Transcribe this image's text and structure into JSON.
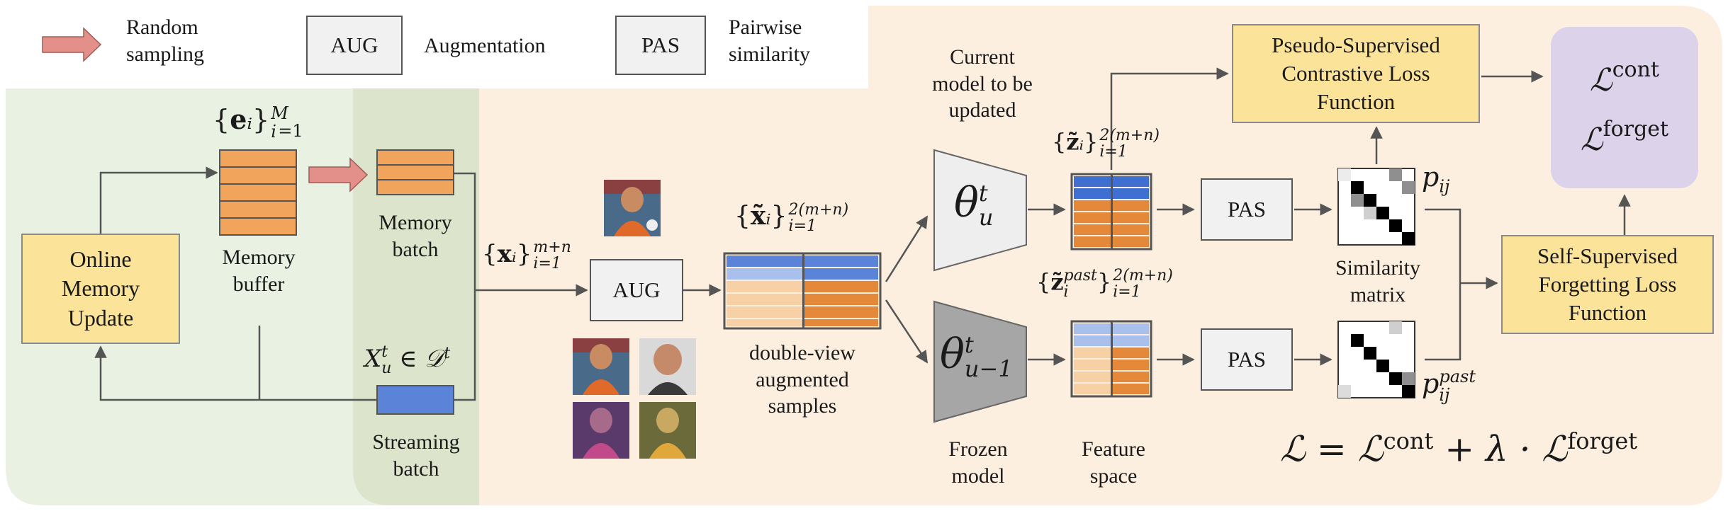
{
  "legend": {
    "random_sampling": "Random\nsampling",
    "aug_box": "AUG",
    "augmentation": "Augmentation",
    "pas_box": "PAS",
    "pairwise_similarity": "Pairwise\nsimilarity"
  },
  "left": {
    "online_memory_update": "Online\nMemory\nUpdate",
    "memory_buffer_math": "{e_i}_{i=1}^{M}",
    "memory_buffer": "Memory\nbuffer",
    "memory_batch": "Memory\nbatch",
    "stream_math": "X_u^t ∈ D^t",
    "streaming_batch": "Streaming\nbatch"
  },
  "middle": {
    "x_math": "{x_i}_{i=1}^{m+n}",
    "aug_box": "AUG",
    "xtilde_math": "{x̃_i}_{i=1}^{2(m+n)}",
    "double_view": "double-view\naugmented\nsamples"
  },
  "models": {
    "current_model": "Current\nmodel to be\nupdated",
    "theta_current": "θ_u^t",
    "theta_frozen": "θ_{u−1}^t",
    "frozen_model": "Frozen\nmodel"
  },
  "features": {
    "z_math": "{z̃_i}_{i=1}^{2(m+n)}",
    "zpast_math": "{z̃_i^past}_{i=1}^{2(m+n)}",
    "feature_space": "Feature\nspace",
    "pas_top": "PAS",
    "pas_bottom": "PAS",
    "similarity_matrix": "Similarity\nmatrix",
    "p_ij": "p_ij",
    "p_ij_past": "p_ij^past"
  },
  "losses": {
    "pseudo_supervised": "Pseudo-Supervised\nContrastive Loss\nFunction",
    "self_supervised": "Self-Supervised\nForgetting Loss\nFunction",
    "l_cont": "cont",
    "l_forget": "forget",
    "total_loss": "ℒ = ℒ^cont + λ · ℒ^forget"
  },
  "colors": {
    "green_bg": "#e8f1e2",
    "peach_bg": "#fcefdf",
    "orange": "#f0a45c",
    "light_orange": "#f8d0a6",
    "dark_orange": "#e4883a",
    "blue": "#5b84d9",
    "light_blue": "#a9c0ec",
    "yellow_box": "#fbe39a",
    "loss_purple": "#dcd2e9",
    "arrow_pink": "#e4908a"
  }
}
